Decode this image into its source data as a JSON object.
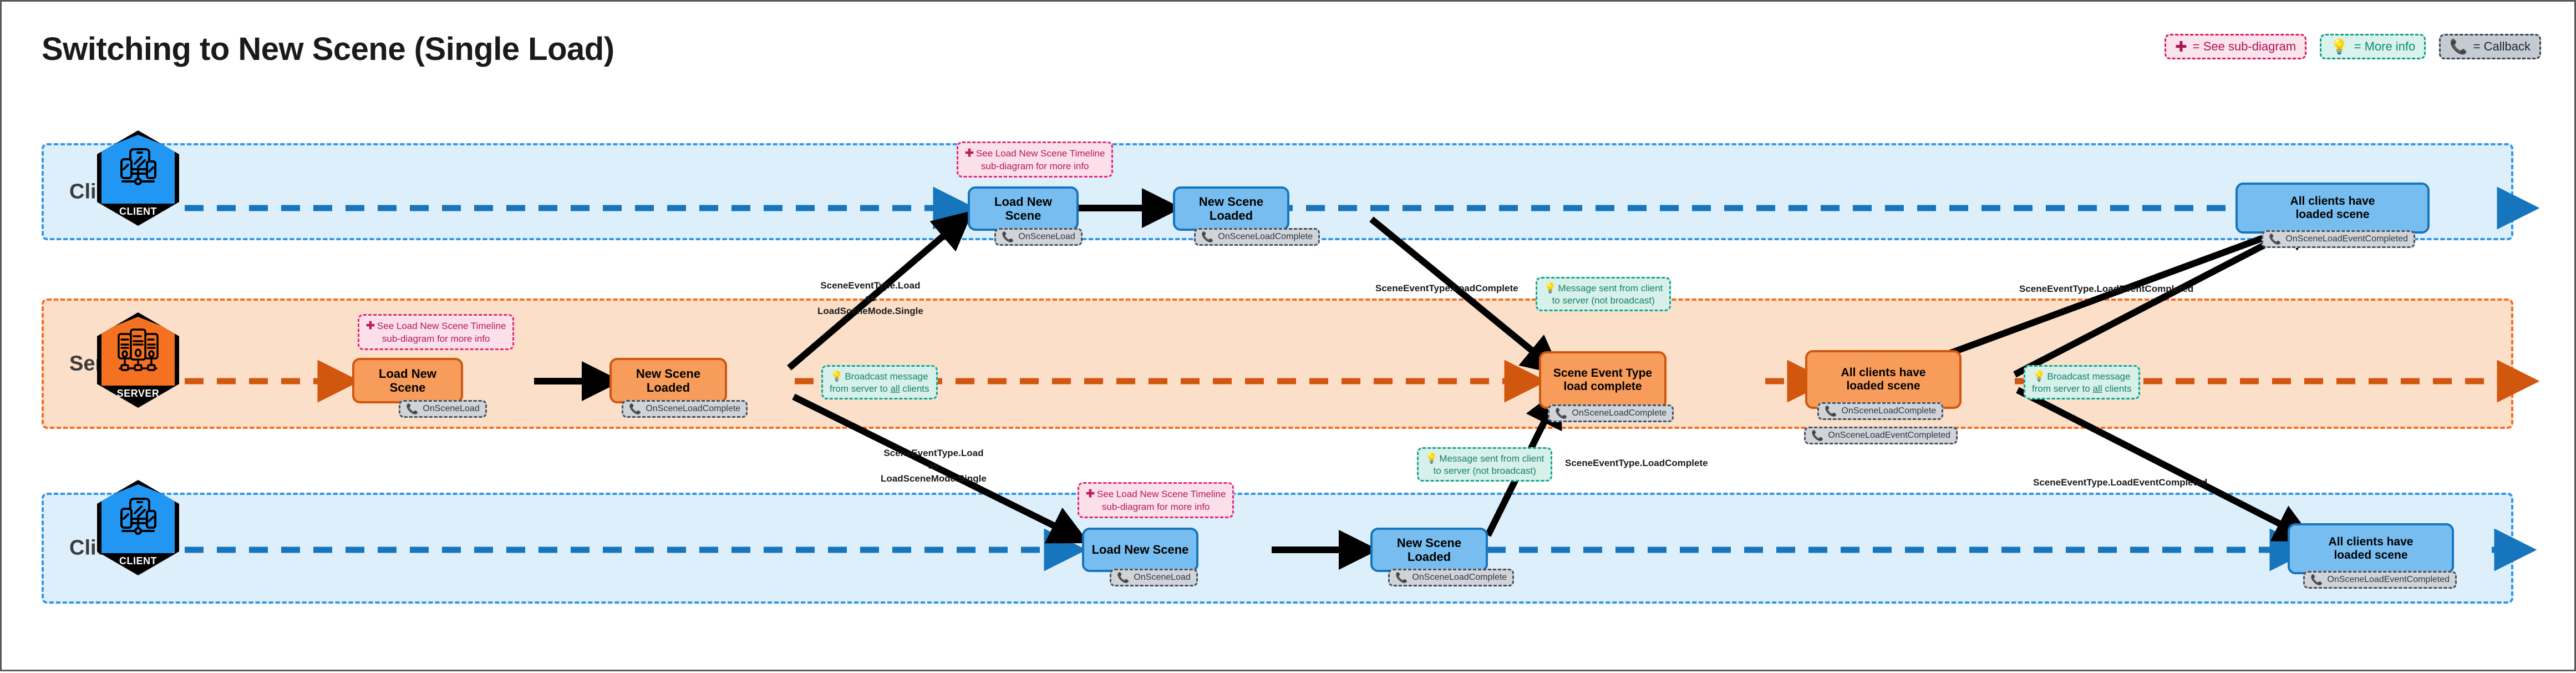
{
  "title": "Switching to New Scene (Single Load)",
  "legend": {
    "items": [
      {
        "glyph": "✚",
        "label": "= See sub-diagram",
        "icon": "plus-icon"
      },
      {
        "glyph": "💡",
        "label": "= More info",
        "icon": "lightbulb-icon"
      },
      {
        "glyph": "📞",
        "label": "= Callback",
        "icon": "phone-icon"
      }
    ]
  },
  "colors": {
    "client_fill": "#ddeffb",
    "client_stroke": "#2f97e8",
    "client_node_fill": "#77bdf0",
    "client_node_stroke": "#1675bd",
    "server_fill": "#fbdfc9",
    "server_stroke": "#f26f21",
    "server_node_fill": "#f79c5b",
    "server_node_stroke": "#d1560e",
    "callback_fill": "#d0d4d9",
    "callback_stroke": "#48525f",
    "subdiagram_fill": "#fbe0e9",
    "subdiagram_stroke": "#e0297a",
    "info_fill": "#d7f0ea",
    "info_stroke": "#17a68f"
  },
  "lanes": [
    {
      "id": "client1",
      "label": "Client 1",
      "actor_caption": "CLIENT",
      "actor_icon": "client-devices-icon"
    },
    {
      "id": "server",
      "label": "Server",
      "actor_caption": "SERVER",
      "actor_icon": "server-rack-icon"
    },
    {
      "id": "client2",
      "label": "Client 2",
      "actor_caption": "CLIENT",
      "actor_icon": "client-devices-icon"
    }
  ],
  "client1": {
    "nodes": [
      {
        "title": "Load New Scene",
        "callbacks": [
          "OnSceneLoad"
        ]
      },
      {
        "title": "New Scene Loaded",
        "callbacks": [
          "OnSceneLoadComplete"
        ]
      },
      {
        "title": "All clients have\nloaded scene",
        "line1": "All clients have",
        "line2": "loaded scene",
        "callbacks": [
          "OnSceneLoadEventCompleted"
        ]
      }
    ],
    "callout": {
      "line1": "See Load New Scene Timeline",
      "line2": "sub-diagram for more info"
    }
  },
  "server": {
    "nodes": [
      {
        "title": "Load New Scene",
        "callbacks": [
          "OnSceneLoad"
        ]
      },
      {
        "title": "New Scene Loaded",
        "callbacks": [
          "OnSceneLoadComplete"
        ]
      },
      {
        "line1": "Scene Event Type",
        "line2": "load complete",
        "callbacks": [
          "OnSceneLoadComplete"
        ]
      },
      {
        "line1": "All clients have",
        "line2": "loaded scene",
        "callbacks": [
          "OnSceneLoadComplete",
          "OnSceneLoadEventCompleted"
        ]
      }
    ],
    "callout": {
      "line1": "See Load New Scene Timeline",
      "line2": "sub-diagram for more info"
    },
    "broadcast1": {
      "line1": "Broadcast message",
      "line2a": "from server to ",
      "line2b": "all",
      "line2c": " clients"
    },
    "broadcast2": {
      "line1": "Broadcast message",
      "line2a": "from server to ",
      "line2b": "all",
      "line2c": " clients"
    }
  },
  "client2": {
    "nodes": [
      {
        "title": "Load New Scene",
        "callbacks": [
          "OnSceneLoad"
        ]
      },
      {
        "title": "New Scene Loaded",
        "callbacks": [
          "OnSceneLoadComplete"
        ]
      },
      {
        "line1": "All clients have",
        "line2": "loaded scene",
        "callbacks": [
          "OnSceneLoadEventCompleted"
        ]
      }
    ],
    "callout": {
      "line1": "See Load New Scene Timeline",
      "line2": "sub-diagram for more info"
    }
  },
  "edge_labels": {
    "load_single_top": {
      "l1": "SceneEventType.Load",
      "l2": "as",
      "l3": "LoadSceneMode.Single"
    },
    "load_single_bottom": {
      "l1": "SceneEventType.Load",
      "l2": "as",
      "l3": "LoadSceneMode.Single"
    },
    "load_complete_top": "SceneEventType.LoadComplete",
    "load_complete_bottom": "SceneEventType.LoadComplete",
    "load_event_completed_top": "SceneEventType.LoadEventCompleted",
    "load_event_completed_bottom": "SceneEventType.LoadEventCompleted"
  },
  "client_to_server_notes": {
    "top": {
      "line1": "Message sent from client",
      "line2": "to server (not broadcast)"
    },
    "bottom": {
      "line1": "Message sent from client",
      "line2": "to server (not broadcast)"
    }
  }
}
